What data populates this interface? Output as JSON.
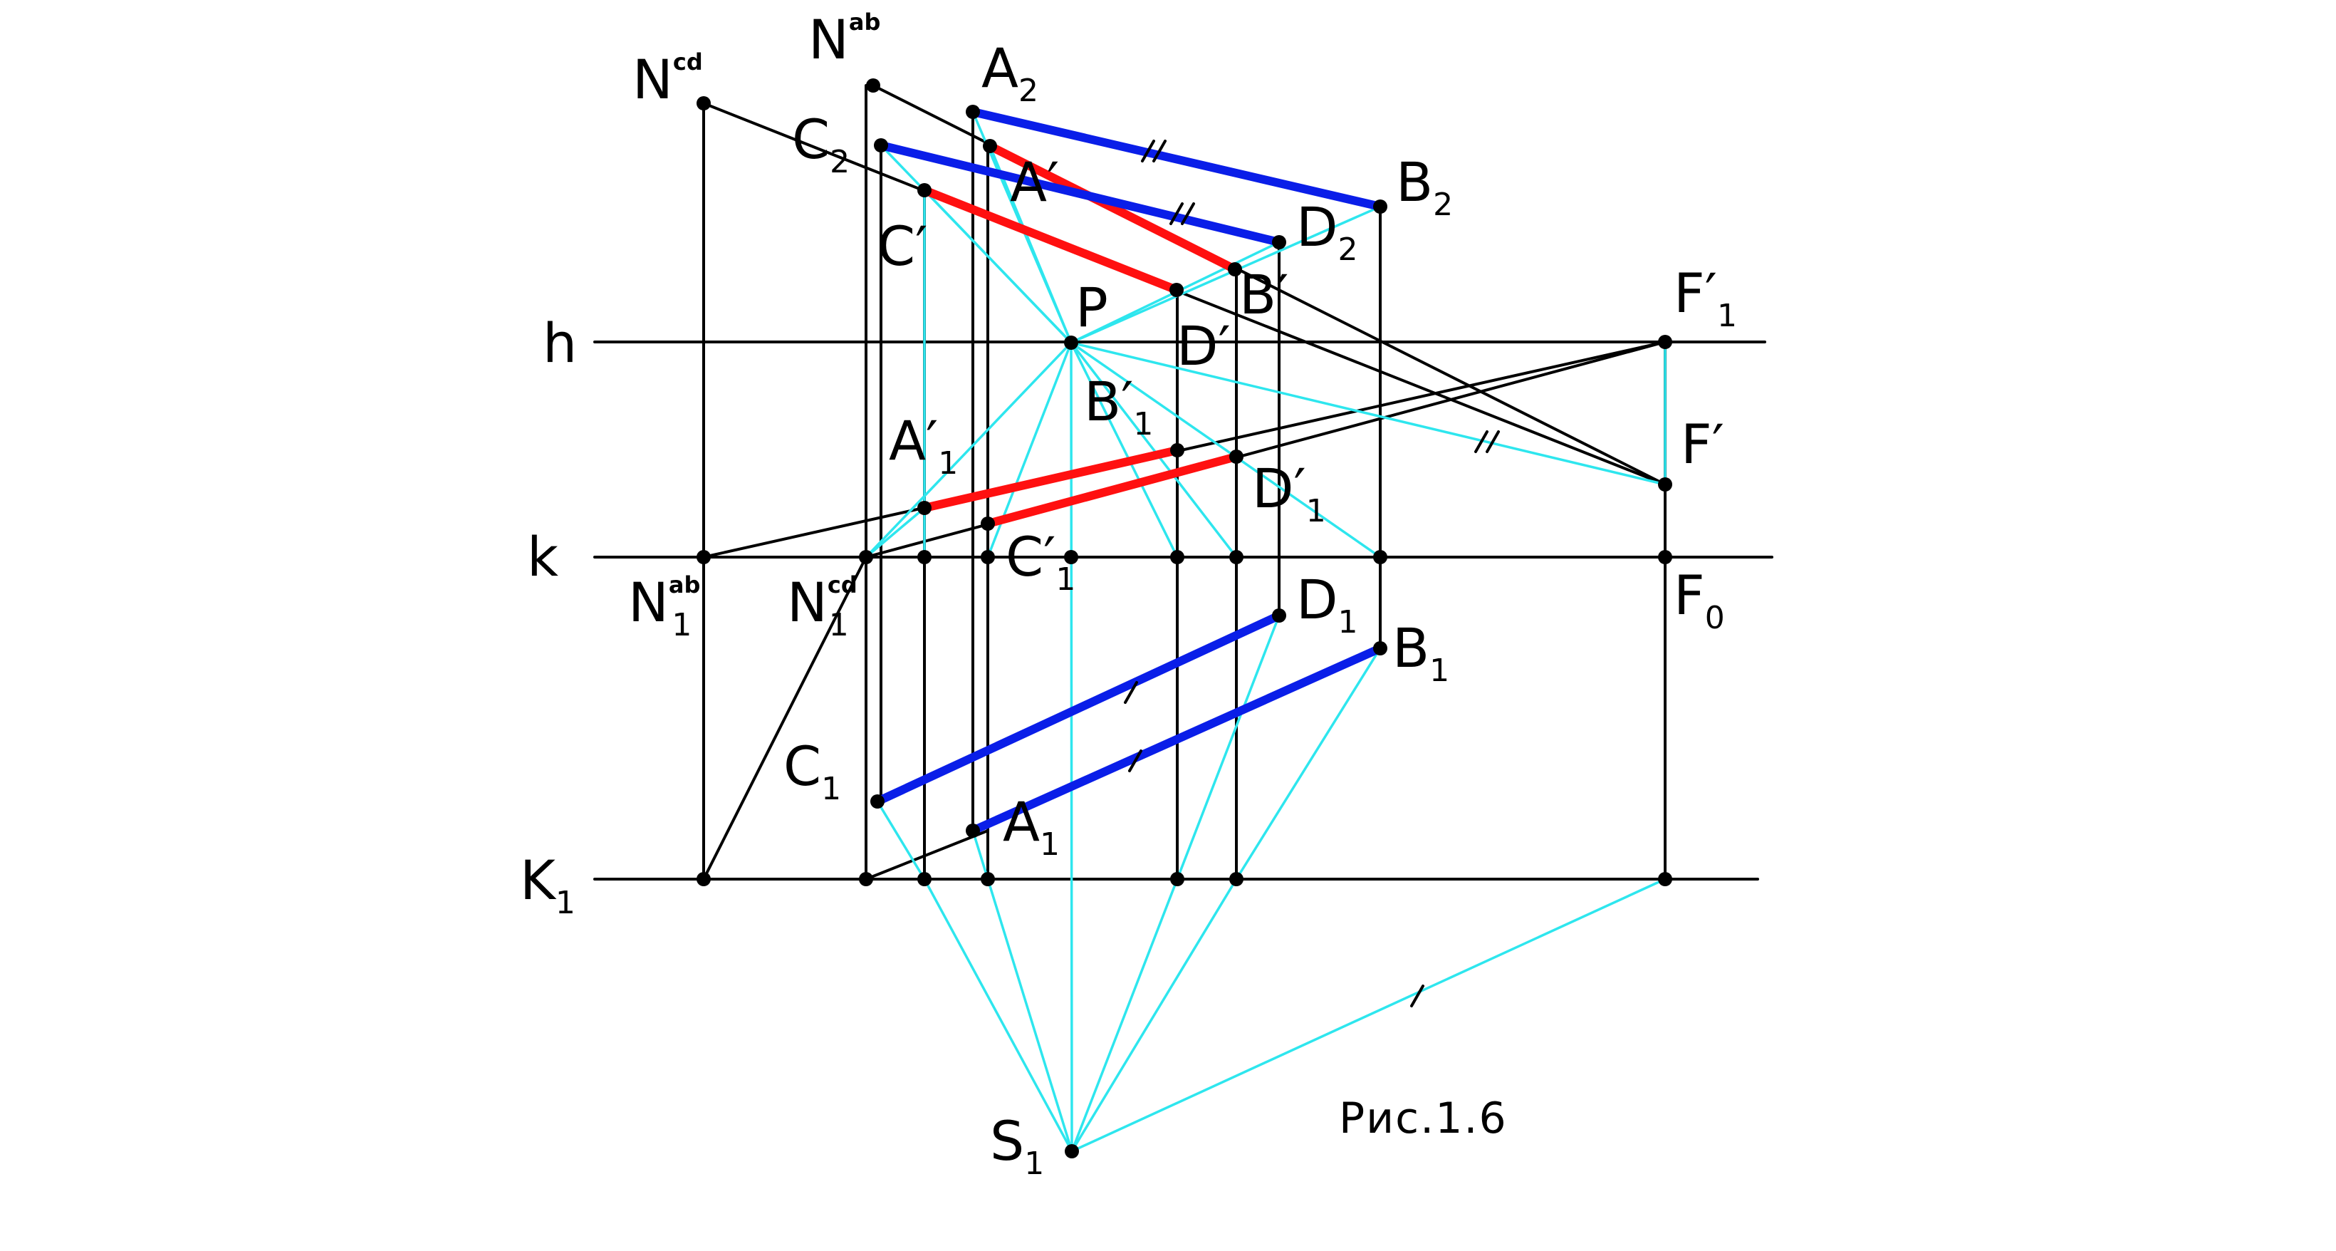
{
  "figure": {
    "caption": "Рис.1.6",
    "colors": {
      "black": "#000000",
      "construction": "#2ee6ee",
      "blue": "#0a1ee8",
      "red": "#ff1010"
    },
    "lines": {
      "h": "h",
      "k": "k",
      "K1": {
        "main": "K",
        "sub": "1"
      }
    },
    "labels": {
      "N_cd_top": {
        "main": "N",
        "sup": "cd"
      },
      "N_ab_top": {
        "main": "N",
        "sup": "ab"
      },
      "A2": {
        "main": "A",
        "sub": "2"
      },
      "C2": {
        "main": "C",
        "sub": "2"
      },
      "B2": {
        "main": "B",
        "sub": "2"
      },
      "D2": {
        "main": "D",
        "sub": "2"
      },
      "A_prime": {
        "main": "A′"
      },
      "C_prime": {
        "main": "C′"
      },
      "B_prime": {
        "main": "B′"
      },
      "D_prime": {
        "main": "D′"
      },
      "P": {
        "main": "P"
      },
      "F1_prime": {
        "main": "F′",
        "sub": "1"
      },
      "F_prime": {
        "main": "F′"
      },
      "B1_prime": {
        "main": "B′",
        "sub": "1"
      },
      "A1_prime": {
        "main": "A′",
        "sub": "1"
      },
      "D1_prime": {
        "main": "D′",
        "sub": "1"
      },
      "C1_prime": {
        "main": "C′",
        "sub": "1"
      },
      "N1_ab": {
        "main": "N",
        "sup": "ab",
        "sub": "1"
      },
      "N1_cd": {
        "main": "N",
        "sup": "cd",
        "sub": "1"
      },
      "F0": {
        "main": "F",
        "sub": "0"
      },
      "D1": {
        "main": "D",
        "sub": "1"
      },
      "B1": {
        "main": "B",
        "sub": "1"
      },
      "C1": {
        "main": "C",
        "sub": "1"
      },
      "A1": {
        "main": "A",
        "sub": "1"
      },
      "S1": {
        "main": "S",
        "sub": "1"
      }
    },
    "tick_marks": [
      "//",
      "//",
      "//",
      "/",
      "/",
      "/"
    ]
  }
}
